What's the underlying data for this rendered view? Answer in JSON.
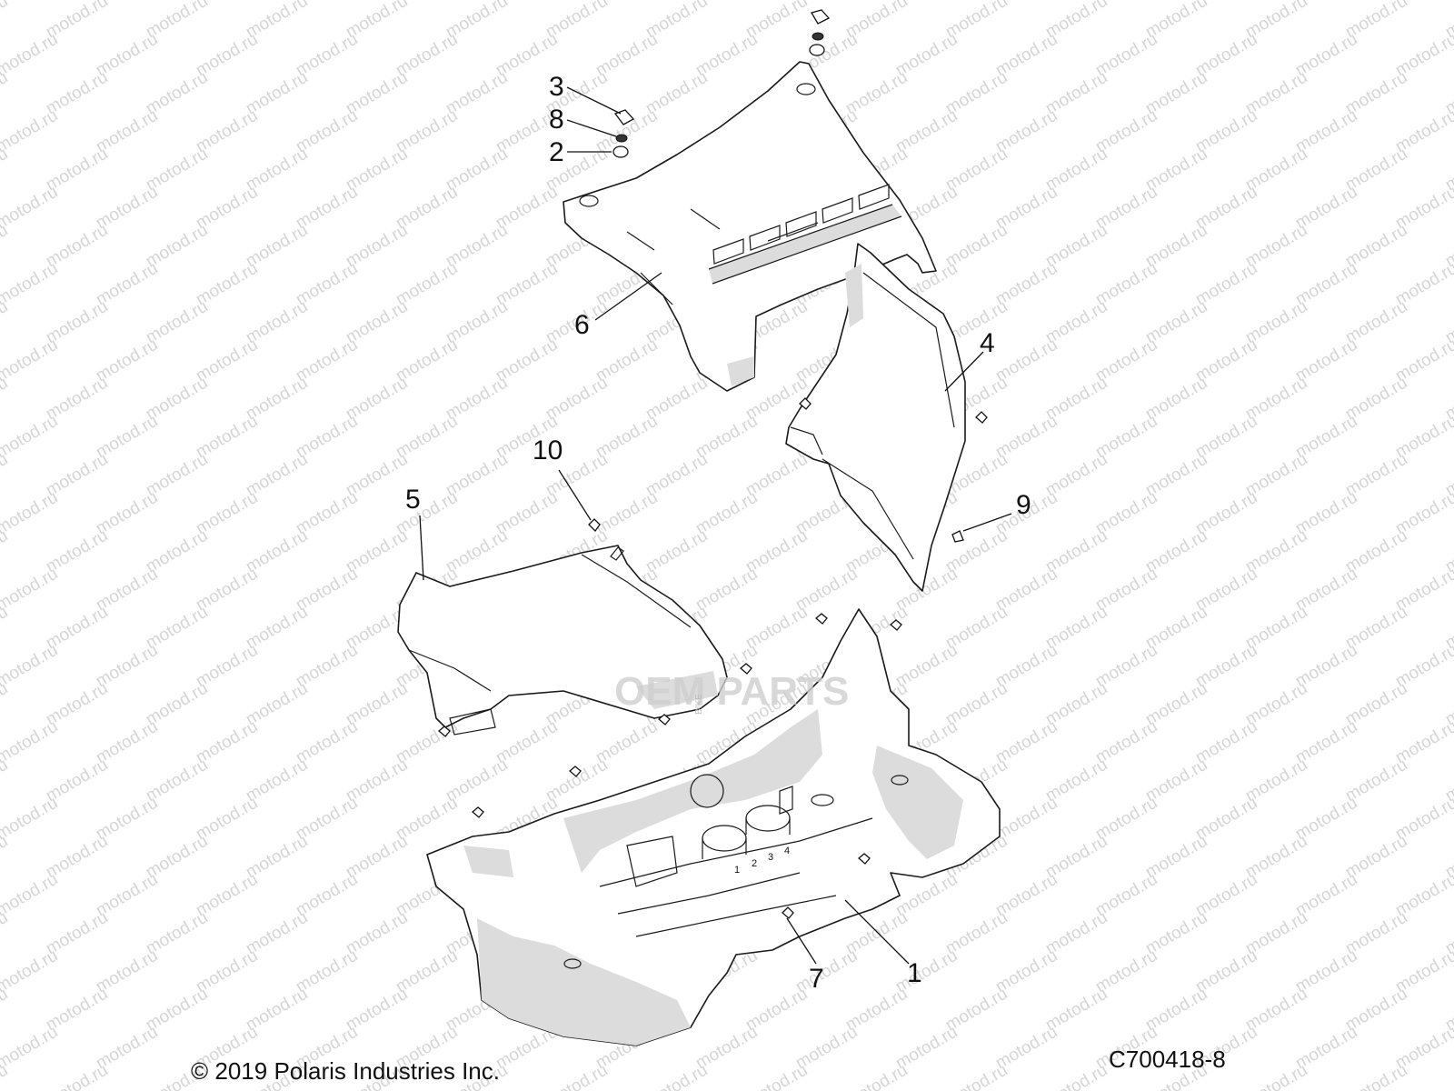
{
  "watermark": {
    "text": "motod.ru"
  },
  "overlay_logo": {
    "text": "OEM PARTS",
    "subtext": "BIKE"
  },
  "callouts": [
    {
      "id": "1",
      "label": "1"
    },
    {
      "id": "2",
      "label": "2"
    },
    {
      "id": "3",
      "label": "3"
    },
    {
      "id": "4",
      "label": "4"
    },
    {
      "id": "5",
      "label": "5"
    },
    {
      "id": "6",
      "label": "6"
    },
    {
      "id": "7",
      "label": "7"
    },
    {
      "id": "8",
      "label": "8"
    },
    {
      "id": "9",
      "label": "9"
    },
    {
      "id": "10",
      "label": "10"
    }
  ],
  "cupholder_numbers": [
    "1",
    "2",
    "3",
    "4"
  ],
  "footer": {
    "copyright": "© 2019 Polaris Industries Inc.",
    "figure_code": "C700418-8"
  }
}
